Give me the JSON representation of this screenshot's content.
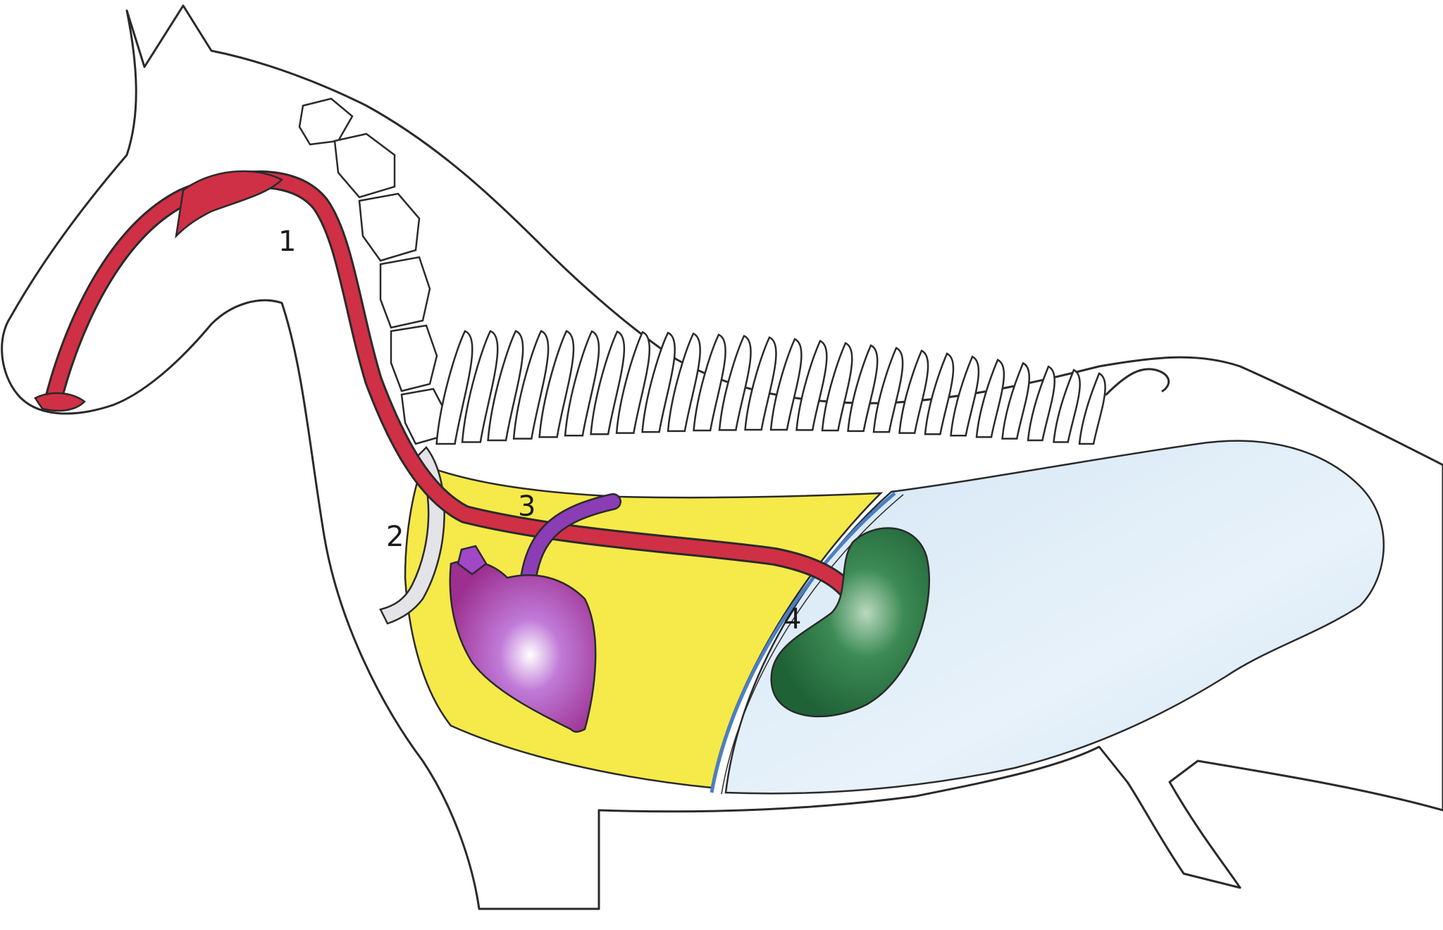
{
  "colors": {
    "body": "#f8f4c0",
    "outline": "#2a2a2a",
    "thorax": "#f5ea4a",
    "abdomen": "#dcebf6",
    "esophagus": "#cf3045",
    "heart": "#a347c9",
    "vessel": "#8b3db5",
    "stomach": "#2a7a45",
    "diaphragm": "#4a7fc4",
    "bone": "#ffffff"
  },
  "labels": {
    "one": "1",
    "two": "2",
    "three": "3",
    "four": "4"
  }
}
